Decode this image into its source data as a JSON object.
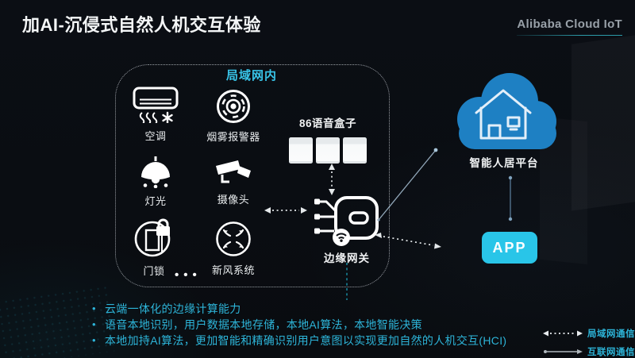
{
  "header": {
    "title": "加AI-沉侵式自然人机交互体验",
    "brand": "Alibaba Cloud IoT"
  },
  "lan_box": {
    "label": "局域网内",
    "devices": [
      {
        "icon": "air-conditioner-icon",
        "label": "空调"
      },
      {
        "icon": "smoke-alarm-icon",
        "label": "烟雾报警器"
      },
      {
        "icon": "ceiling-light-icon",
        "label": "灯光"
      },
      {
        "icon": "cctv-camera-icon",
        "label": "摄像头"
      },
      {
        "icon": "door-lock-icon",
        "label": "门锁"
      },
      {
        "icon": "fresh-air-system-icon",
        "label": "新风系统"
      }
    ],
    "more_indicator": "•••",
    "voice_box": {
      "label": "86语音盒子",
      "count": 3
    },
    "gateway": {
      "label": "边缘网关",
      "icon": "edge-gateway-icon"
    }
  },
  "cloud": {
    "label": "智能人居平台",
    "icon": "cloud-home-icon"
  },
  "app": {
    "label": "APP"
  },
  "bullets": [
    "云端一体化的边缘计算能力",
    "语音本地识别，用户数据本地存储，本地AI算法，本地智能决策",
    "本地加持AI算法，更加智能和精确识别用户意图以实现更加自然的人机交互(HCI)"
  ],
  "legend": [
    {
      "type": "dashed-double-arrow",
      "label": "局域网通信"
    },
    {
      "type": "solid-arrow",
      "label": "互联网通信"
    }
  ],
  "colors": {
    "accent_cyan": "#38c4e8",
    "bullet_cyan": "#2db4d8",
    "cloud_blue": "#1e80c3",
    "app_button": "#29c5e8",
    "icon_white": "#ffffff",
    "background": "#0a0d12"
  }
}
